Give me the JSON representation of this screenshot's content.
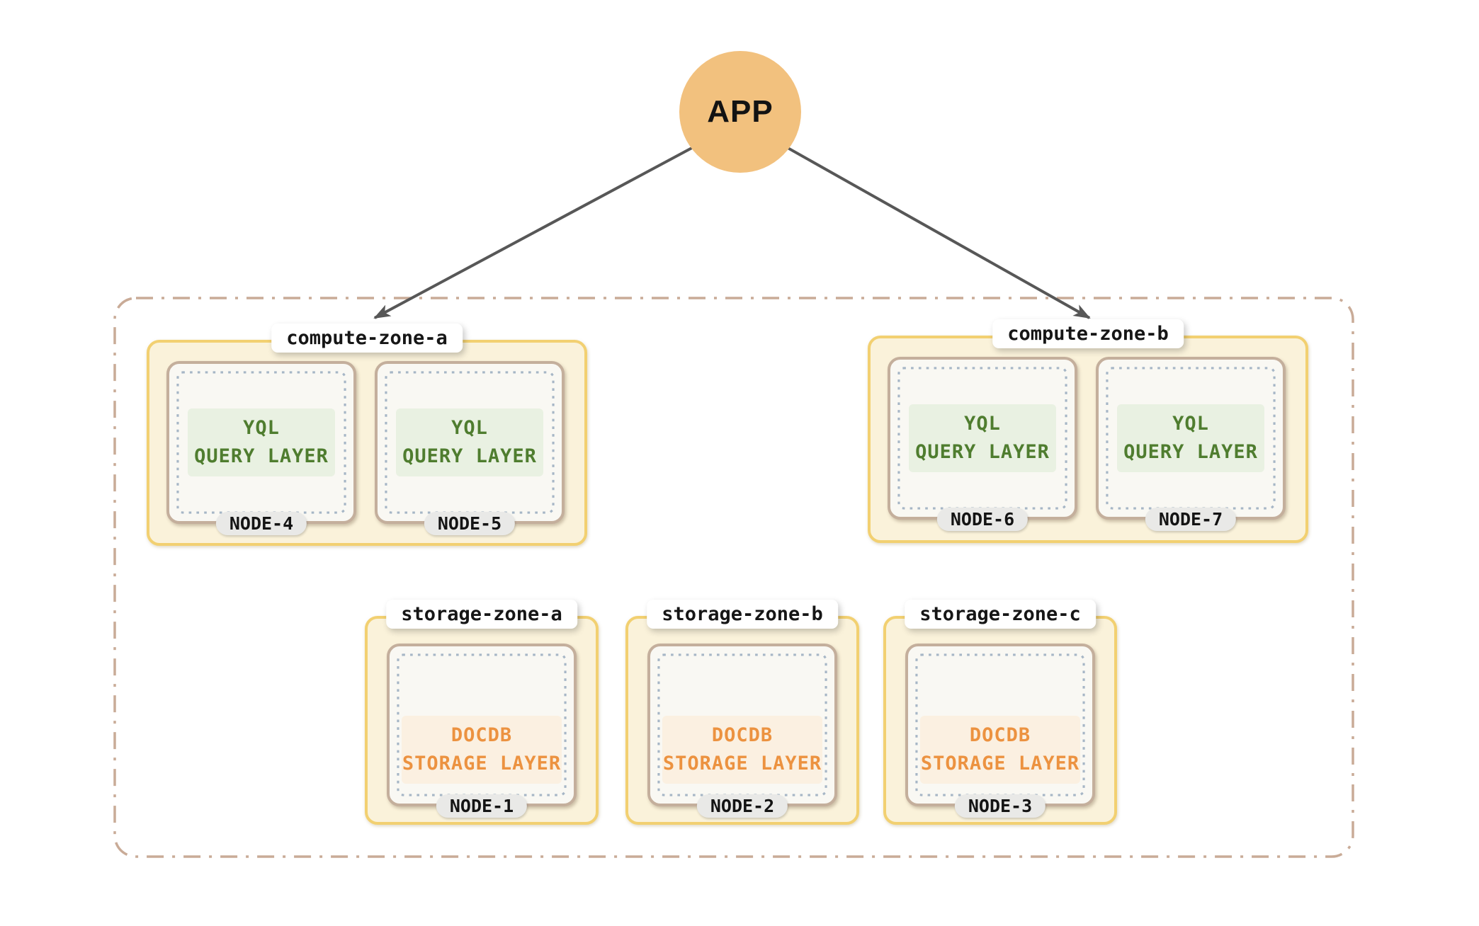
{
  "app": {
    "label": "APP"
  },
  "colors": {
    "app_circle": "#F2C17E",
    "arrow": "#575757",
    "cluster_border": "#C9AB97",
    "zone_fill": "#FAF2DA",
    "zone_border": "#F2D071",
    "node_fill": "#F9F8F3",
    "node_border": "#C4AF9C",
    "node_dotted_border": "#A6B6C6",
    "query_layer_bg": "#E9F1E2",
    "query_layer_text": "#4F7D2F",
    "storage_layer_bg": "#FBF0E1",
    "storage_layer_text": "#EC9240",
    "node_pill_bg": "#E9E9E7"
  },
  "zones": {
    "compute": [
      {
        "label": "compute-zone-a",
        "nodes": [
          {
            "name": "NODE-4",
            "layer": [
              "YQL",
              "QUERY LAYER"
            ]
          },
          {
            "name": "NODE-5",
            "layer": [
              "YQL",
              "QUERY LAYER"
            ]
          }
        ]
      },
      {
        "label": "compute-zone-b",
        "nodes": [
          {
            "name": "NODE-6",
            "layer": [
              "YQL",
              "QUERY LAYER"
            ]
          },
          {
            "name": "NODE-7",
            "layer": [
              "YQL",
              "QUERY LAYER"
            ]
          }
        ]
      }
    ],
    "storage": [
      {
        "label": "storage-zone-a",
        "nodes": [
          {
            "name": "NODE-1",
            "layer": [
              "DOCDB",
              "STORAGE LAYER"
            ]
          }
        ]
      },
      {
        "label": "storage-zone-b",
        "nodes": [
          {
            "name": "NODE-2",
            "layer": [
              "DOCDB",
              "STORAGE LAYER"
            ]
          }
        ]
      },
      {
        "label": "storage-zone-c",
        "nodes": [
          {
            "name": "NODE-3",
            "layer": [
              "DOCDB",
              "STORAGE LAYER"
            ]
          }
        ]
      }
    ]
  }
}
